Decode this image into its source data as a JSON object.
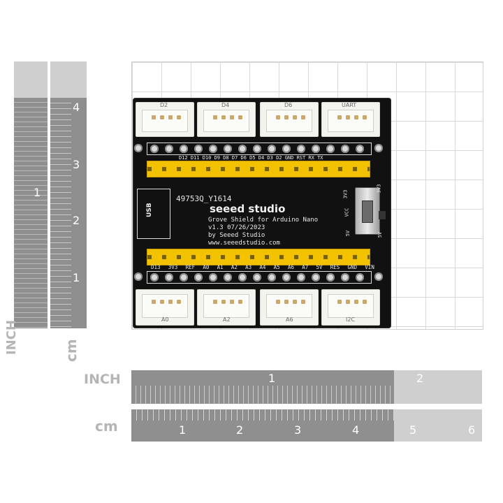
{
  "rulers": {
    "vertical_inch_label": "INCH",
    "vertical_cm_label": "cm",
    "horizontal_inch_label": "INCH",
    "horizontal_cm_label": "cm",
    "v_inch_numbers": [
      "1"
    ],
    "v_cm_numbers": [
      "4",
      "3",
      "2",
      "1"
    ],
    "h_inch_numbers": [
      "1",
      "2"
    ],
    "h_cm_numbers": [
      "1",
      "2",
      "3",
      "4",
      "5",
      "6"
    ]
  },
  "board": {
    "top_connectors": [
      "D2",
      "D4",
      "D6",
      "UART"
    ],
    "bottom_connectors": [
      "A0",
      "A2",
      "A6",
      "I2C"
    ],
    "serial": "49753Q_Y1614",
    "brand": "seeed studio",
    "title": "Grove Shield for Arduino Nano",
    "version_date": "v1.3   07/26/2023",
    "by": "by Seeed Studio",
    "website": "www.seeedstudio.com",
    "usb_label": "USB",
    "switch_left": [
      "3V3",
      "VCC",
      "5V"
    ],
    "switch_right": [
      "3V3",
      "5V"
    ],
    "top_pin_labels": "D12 D11 D10 D9 D8 D7 D6 D5 D4 D3 D2 GND RST RX TX",
    "bottom_pin_labels": [
      "D13",
      "3V3",
      "REF",
      "A0",
      "A1",
      "A2",
      "A3",
      "A4",
      "A5",
      "A6",
      "A7",
      "5V",
      "RES",
      "GND",
      "VIN"
    ]
  },
  "colors": {
    "header_yellow": "#f2c200",
    "pcb_black": "#111111",
    "ruler_gray": "#8f8f8f"
  }
}
